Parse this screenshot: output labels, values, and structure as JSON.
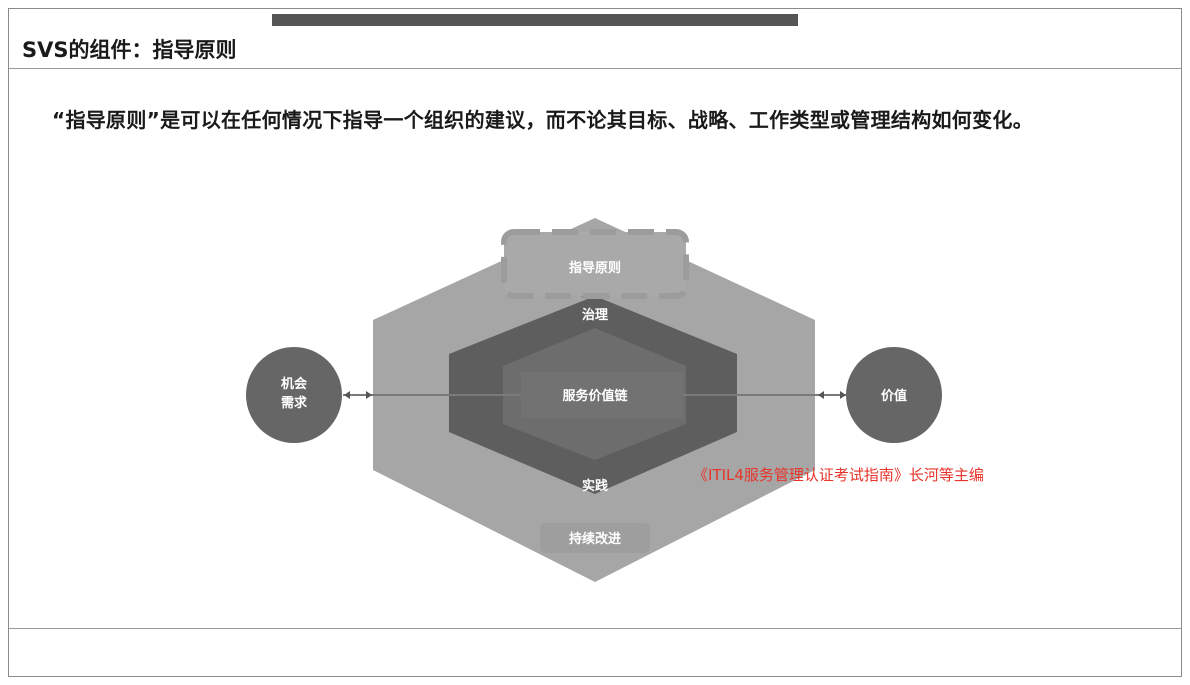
{
  "header": {
    "title": "SVS的组件：指导原则",
    "statement": "“指导原则”是可以在任何情况下指导一个组织的建议，而不论其目标、战略、工作类型或管理结构如何变化。"
  },
  "diagram": {
    "guiding_principles": "指导原则",
    "governance": "治理",
    "value_chain": "服务价值链",
    "practices": "实践",
    "continual_improvement": "持续改进",
    "input_line1": "机会",
    "input_line2": "需求",
    "output": "价值"
  },
  "citation": "《ITIL4服务管理认证考试指南》长河等主编",
  "colors": {
    "outer_hex": "#a6a6a6",
    "mid_hex": "#5e5e5e",
    "inner_hex": "#6d6d6d",
    "circle": "#666666",
    "citation": "#e8342a"
  }
}
